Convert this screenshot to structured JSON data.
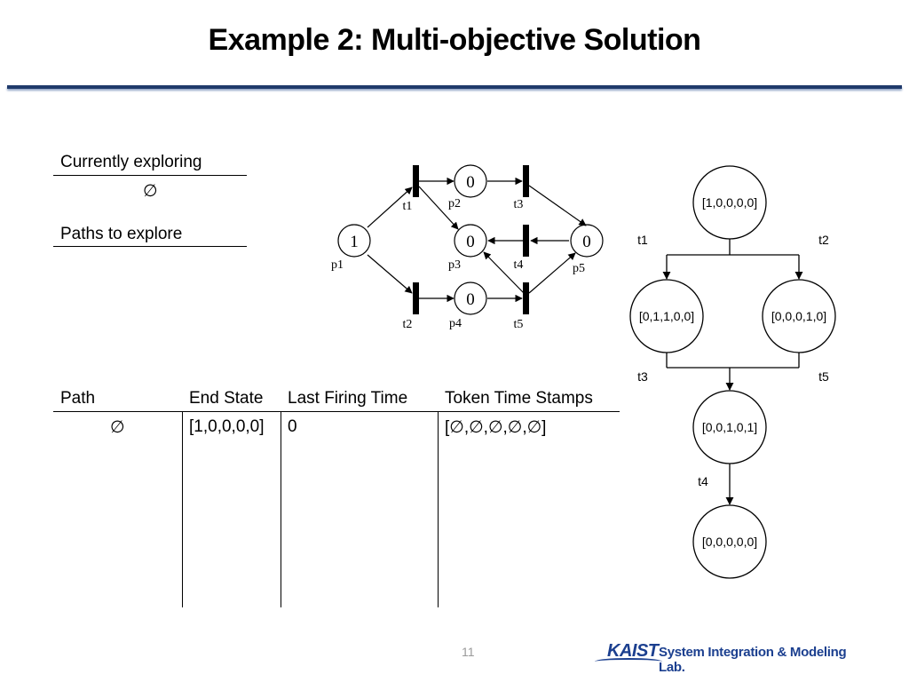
{
  "slide": {
    "title": "Example 2: Multi-objective Solution",
    "page_number": "11"
  },
  "exploring": {
    "currently_label": "Currently exploring",
    "currently_value": "∅",
    "paths_label": "Paths to explore"
  },
  "table": {
    "headers": [
      "Path",
      "End State",
      "Last Firing Time",
      "Token Time Stamps"
    ],
    "rows": [
      [
        "∅",
        "[1,0,0,0,0]",
        "0",
        "[∅,∅,∅,∅,∅]"
      ]
    ]
  },
  "petri_net": {
    "places": [
      {
        "id": "p1",
        "tokens": "1"
      },
      {
        "id": "p2",
        "tokens": "0"
      },
      {
        "id": "p3",
        "tokens": "0"
      },
      {
        "id": "p4",
        "tokens": "0"
      },
      {
        "id": "p5",
        "tokens": "0"
      }
    ],
    "transitions": [
      "t1",
      "t2",
      "t3",
      "t4",
      "t5"
    ]
  },
  "state_tree": {
    "states": [
      "[1,0,0,0,0]",
      "[0,1,1,0,0]",
      "[0,0,0,1,0]",
      "[0,0,1,0,1]",
      "[0,0,0,0,0]"
    ],
    "edge_labels": [
      "t1",
      "t2",
      "t3",
      "t5",
      "t4"
    ]
  },
  "footer": {
    "logo_text": "KAIST",
    "lab_name": "System Integration & Modeling Lab."
  }
}
